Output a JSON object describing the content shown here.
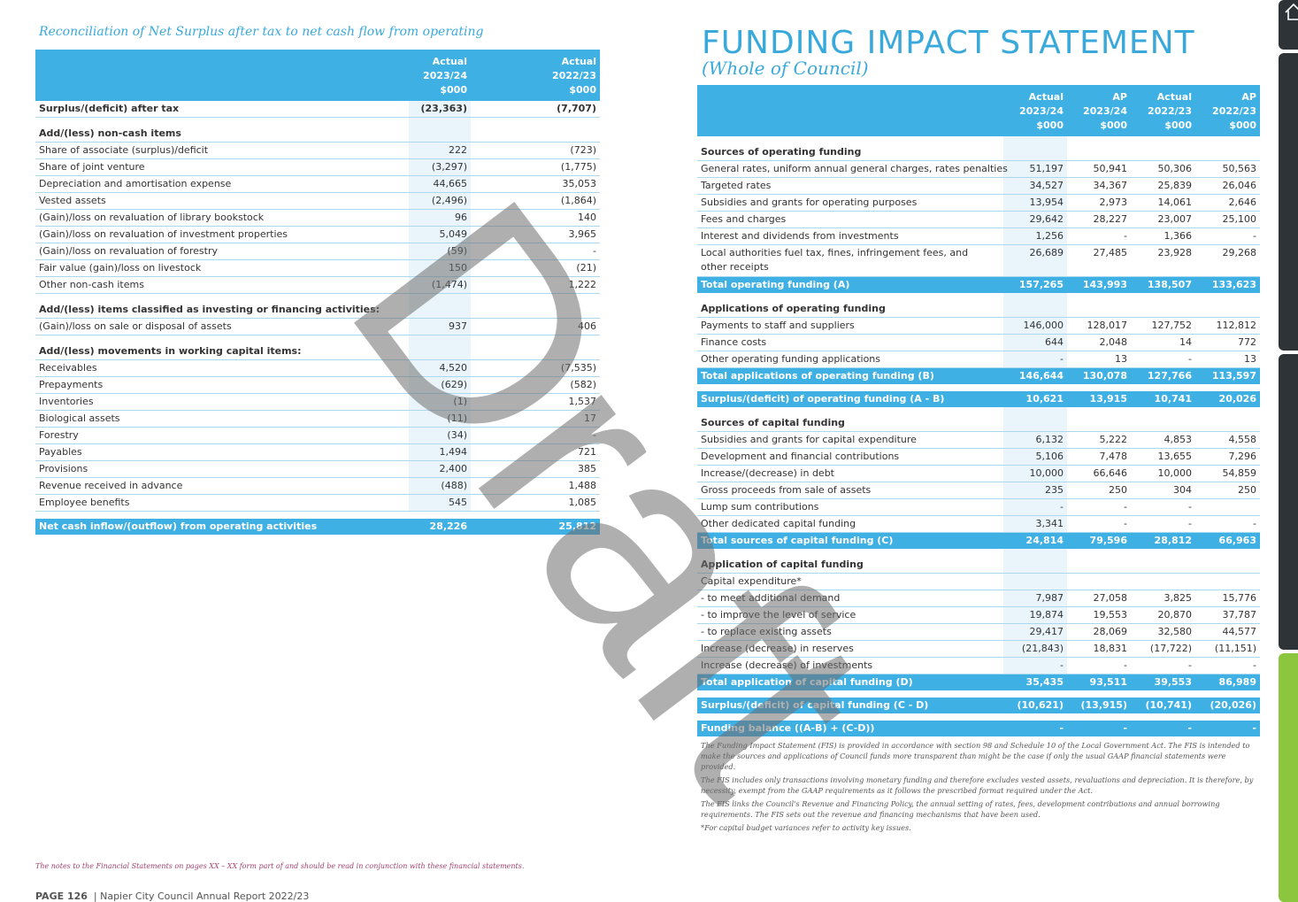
{
  "left": {
    "title": "Reconciliation of Net Surplus after tax to net cash flow from operating",
    "headers": [
      "Actual 2023/24 $000",
      "Actual 2022/23 $000"
    ],
    "rows": [
      {
        "label": "Surplus/(deficit) after tax",
        "a": "(23,363)",
        "b": "(7,707)",
        "style": "bold"
      },
      {
        "label": "Add/(less) non-cash items",
        "style": "sec"
      },
      {
        "label": "Share of associate (surplus)/deficit",
        "a": "222",
        "b": "(723)"
      },
      {
        "label": "Share of joint venture",
        "a": "(3,297)",
        "b": "(1,775)"
      },
      {
        "label": "Depreciation and amortisation expense",
        "a": "44,665",
        "b": "35,053"
      },
      {
        "label": "Vested assets",
        "a": "(2,496)",
        "b": "(1,864)"
      },
      {
        "label": "(Gain)/loss on revaluation of library bookstock",
        "a": "96",
        "b": "140"
      },
      {
        "label": "(Gain)/loss on revaluation of investment properties",
        "a": "5,049",
        "b": "3,965"
      },
      {
        "label": "(Gain)/loss on revaluation of forestry",
        "a": "(59)",
        "b": "-"
      },
      {
        "label": "Fair value (gain)/loss on livestock",
        "a": "150",
        "b": "(21)"
      },
      {
        "label": "Other non-cash items",
        "a": "(1,474)",
        "b": "1,222"
      },
      {
        "label": "Add/(less) items classified as investing or financing activities:",
        "style": "sec"
      },
      {
        "label": "(Gain)/loss on sale or disposal of assets",
        "a": "937",
        "b": "406"
      },
      {
        "label": "Add/(less) movements in working capital items:",
        "style": "sec"
      },
      {
        "label": "Receivables",
        "a": "4,520",
        "b": "(7,535)"
      },
      {
        "label": "Prepayments",
        "a": "(629)",
        "b": "(582)"
      },
      {
        "label": "Inventories",
        "a": "(1)",
        "b": "1,537"
      },
      {
        "label": "Biological assets",
        "a": "(11)",
        "b": "17"
      },
      {
        "label": "Forestry",
        "a": "(34)",
        "b": "-"
      },
      {
        "label": "Payables",
        "a": "1,494",
        "b": "721"
      },
      {
        "label": "Provisions",
        "a": "2,400",
        "b": "385"
      },
      {
        "label": "Revenue received in advance",
        "a": "(488)",
        "b": "1,488"
      },
      {
        "label": "Employee benefits",
        "a": "545",
        "b": "1,085"
      },
      {
        "style": "gap"
      },
      {
        "label": "Net cash inflow/(outflow) from operating activities",
        "a": "28,226",
        "b": "25,812",
        "style": "tot"
      }
    ],
    "footnote": "The notes to the Financial Statements on pages XX – XX form part of and should be read in conjunction with these financial statements.",
    "page_label": "PAGE 126",
    "page_suffix": "|  Napier City Council Annual Report 2022/23"
  },
  "right": {
    "title": "FUNDING IMPACT STATEMENT",
    "subtitle": "(Whole of Council)",
    "headers": [
      "Actual 2023/24 $000",
      "AP 2023/24 $000",
      "Actual 2022/23 $000",
      "AP 2022/23 $000"
    ],
    "rows": [
      {
        "label": "Sources of operating funding",
        "style": "sec"
      },
      {
        "label": "General rates, uniform annual general charges, rates penalties",
        "v": [
          "51,197",
          "50,941",
          "50,306",
          "50,563"
        ]
      },
      {
        "label": "Targeted rates",
        "v": [
          "34,527",
          "34,367",
          "25,839",
          "26,046"
        ]
      },
      {
        "label": "Subsidies and grants for operating purposes",
        "v": [
          "13,954",
          "2,973",
          "14,061",
          "2,646"
        ]
      },
      {
        "label": "Fees and charges",
        "v": [
          "29,642",
          "28,227",
          "23,007",
          "25,100"
        ]
      },
      {
        "label": "Interest and dividends from investments",
        "v": [
          "1,256",
          "-",
          "1,366",
          "-"
        ]
      },
      {
        "label": "Local authorities fuel tax, fines, infringement fees, and",
        "label2": "other receipts",
        "v": [
          "26,689",
          "27,485",
          "23,928",
          "29,268"
        ],
        "style": "tall"
      },
      {
        "label": "Total operating funding (A)",
        "v": [
          "157,265",
          "143,993",
          "138,507",
          "133,623"
        ],
        "style": "tot"
      },
      {
        "label": "Applications of operating funding",
        "style": "sec"
      },
      {
        "label": "Payments to staff and suppliers",
        "v": [
          "146,000",
          "128,017",
          "127,752",
          "112,812"
        ]
      },
      {
        "label": "Finance costs",
        "v": [
          "644",
          "2,048",
          "14",
          "772"
        ]
      },
      {
        "label": "Other operating funding applications",
        "v": [
          "-",
          "13",
          "-",
          "13"
        ]
      },
      {
        "label": "Total applications of operating funding (B)",
        "v": [
          "146,644",
          "130,078",
          "127,766",
          "113,597"
        ],
        "style": "tot"
      },
      {
        "style": "gap"
      },
      {
        "label": "Surplus/(deficit) of operating funding (A - B)",
        "v": [
          "10,621",
          "13,915",
          "10,741",
          "20,026"
        ],
        "style": "tot"
      },
      {
        "label": "Sources of capital funding",
        "style": "sec"
      },
      {
        "label": "Subsidies and grants for capital expenditure",
        "v": [
          "6,132",
          "5,222",
          "4,853",
          "4,558"
        ]
      },
      {
        "label": "Development and financial contributions",
        "v": [
          "5,106",
          "7,478",
          "13,655",
          "7,296"
        ]
      },
      {
        "label": "Increase/(decrease) in debt",
        "v": [
          "10,000",
          "66,646",
          "10,000",
          "54,859"
        ]
      },
      {
        "label": "Gross proceeds from sale of assets",
        "v": [
          "235",
          "250",
          "304",
          "250"
        ]
      },
      {
        "label": "Lump sum contributions",
        "v": [
          "-",
          "-",
          "-",
          ""
        ]
      },
      {
        "label": "Other dedicated capital funding",
        "v": [
          "3,341",
          "-",
          "-",
          "-"
        ]
      },
      {
        "label": "Total sources of capital funding (C)",
        "v": [
          "24,814",
          "79,596",
          "28,812",
          "66,963"
        ],
        "style": "tot"
      },
      {
        "label": "Application of capital funding",
        "style": "sec"
      },
      {
        "label": "Capital expenditure*",
        "v": [
          "",
          "",
          "",
          ""
        ]
      },
      {
        "label": "- to meet additional demand",
        "v": [
          "7,987",
          "27,058",
          "3,825",
          "15,776"
        ]
      },
      {
        "label": "- to improve the level of service",
        "v": [
          "19,874",
          "19,553",
          "20,870",
          "37,787"
        ]
      },
      {
        "label": "- to replace existing assets",
        "v": [
          "29,417",
          "28,069",
          "32,580",
          "44,577"
        ]
      },
      {
        "label": "Increase (decrease) in reserves",
        "v": [
          "(21,843)",
          "18,831",
          "(17,722)",
          "(11,151)"
        ]
      },
      {
        "label": "Increase (decrease) of investments",
        "v": [
          "-",
          "-",
          "-",
          "-"
        ]
      },
      {
        "label": "Total application of capital funding (D)",
        "v": [
          "35,435",
          "93,511",
          "39,553",
          "86,989"
        ],
        "style": "tot"
      },
      {
        "style": "gap"
      },
      {
        "label": "Surplus/(deficit) of capital funding (C - D)",
        "v": [
          "(10,621)",
          "(13,915)",
          "(10,741)",
          "(20,026)"
        ],
        "style": "tot"
      },
      {
        "style": "gap"
      },
      {
        "label": "Funding balance ((A-B) + (C-D))",
        "v": [
          "-",
          "-",
          "-",
          "-"
        ],
        "style": "tot"
      }
    ],
    "notes": [
      "The Funding Impact Statement (FIS) is provided in accordance with section 98 and Schedule 10 of the Local Government Act. The FIS is intended to make the sources and applications of Council funds more transparent than might be the case if only the usual GAAP financial statements were provided.",
      "The FIS includes only transactions involving monetary funding and therefore excludes vested assets, revaluations and depreciation.  It is therefore, by necessity, exempt from the GAAP requirements as it follows the prescribed format required under the Act.",
      "The FIS links the Council's Revenue and Financing Policy, the annual setting of rates, fees, development contributions and annual borrowing requirements. The FIS sets out the revenue and financing mechanisms that have been used.",
      "*For capital budget variances refer to activity key issues."
    ]
  },
  "watermark": "Draft",
  "colors": {
    "accent": "#3fb0e4",
    "title": "#39a9dc",
    "shade": "#eaf5fb",
    "tab_dark": "#2e3338",
    "tab_green": "#8cc63f"
  }
}
